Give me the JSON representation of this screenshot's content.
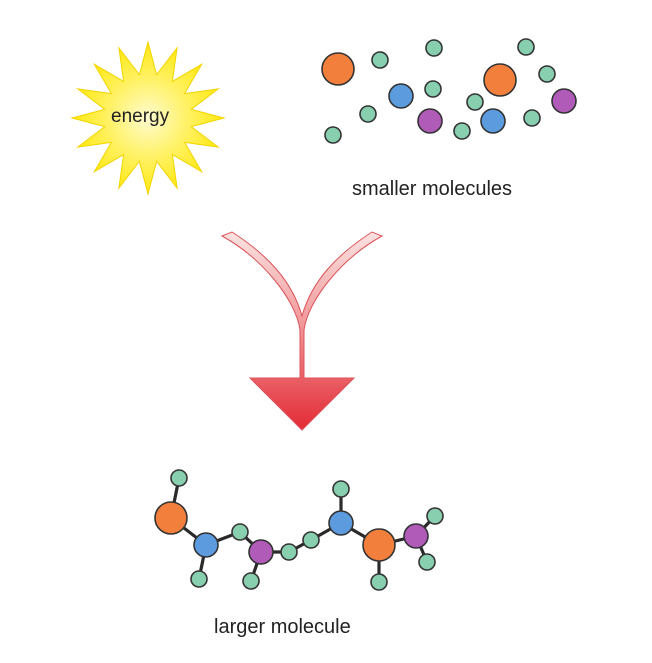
{
  "labels": {
    "energy": "energy",
    "smaller_molecules": "smaller molecules",
    "larger_molecule": "larger molecule"
  },
  "colors": {
    "background": "#ffffff",
    "sun_fill": "#ffee00",
    "sun_center": "#fff6a0",
    "arrow_red": "#e8343e",
    "arrow_light": "#f8d2d0",
    "atom_orange": "#f37f3c",
    "atom_blue": "#5b9bde",
    "atom_purple": "#b05bb8",
    "atom_green": "#88cfb0",
    "outline": "#333333",
    "bond": "#2a2a2a"
  }
}
